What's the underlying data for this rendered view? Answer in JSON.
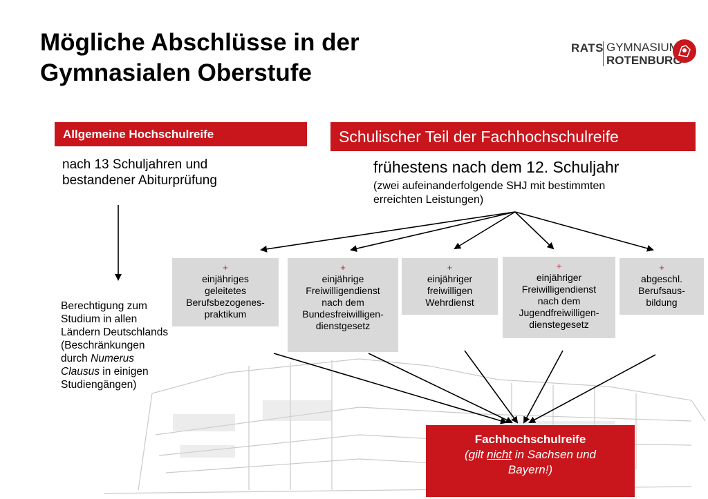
{
  "header": {
    "title_line1": "Mögliche Abschlüsse in der",
    "title_line2": "Gymnasialen Oberstufe"
  },
  "logo": {
    "word1": "RATS",
    "word2": "GYMNASIUM",
    "word3": "ROTENBURG",
    "seal_icon": "school-seal-icon"
  },
  "left": {
    "heading": "Allgemeine Hochschulreife",
    "desc_line1": "nach 13 Schuljahren und",
    "desc_line2": "bestandener Abiturprüfung",
    "result_lines": [
      "Berechtigung zum",
      "Studium in allen",
      "Ländern Deutschlands",
      "(Beschränkungen",
      "durch ",
      "Numerus",
      "Clausus",
      " in einigen",
      "Studiengängen)"
    ]
  },
  "right": {
    "heading": "Schulischer Teil der Fachhochschulreife",
    "condition": "frühestens nach dem 12. Schuljahr",
    "note_line1": "(zwei aufeinanderfolgende SHJ mit bestimmten",
    "note_line2": "erreichten Leistungen)"
  },
  "options": [
    {
      "plus": "+",
      "lines": [
        "einjähriges",
        "geleitetes",
        "Berufsbezogenes-",
        "praktikum"
      ]
    },
    {
      "plus": "+",
      "lines": [
        "einjährige",
        "Freiwilligendienst",
        "nach dem",
        "Bundesfreiwilligen-",
        "dienstgesetz"
      ]
    },
    {
      "plus": "+",
      "lines": [
        "einjähriger",
        "freiwilligen",
        "Wehrdienst"
      ]
    },
    {
      "plus": "+",
      "lines": [
        "einjähriger",
        "Freiwilligendienst",
        "nach dem",
        "Jugendfreiwilligen-",
        "dienstegesetz"
      ]
    },
    {
      "plus": "+",
      "lines": [
        "abgeschl.",
        "Berufsaus-",
        "bildung"
      ]
    }
  ],
  "result": {
    "title": "Fachhochschulreife",
    "note_pre": "(gilt ",
    "note_em": "nicht",
    "note_post": " in Sachsen und",
    "note_line2": "Bayern!)"
  },
  "colors": {
    "accent_red": "#c8161c",
    "option_gray": "#d9d9d9"
  }
}
